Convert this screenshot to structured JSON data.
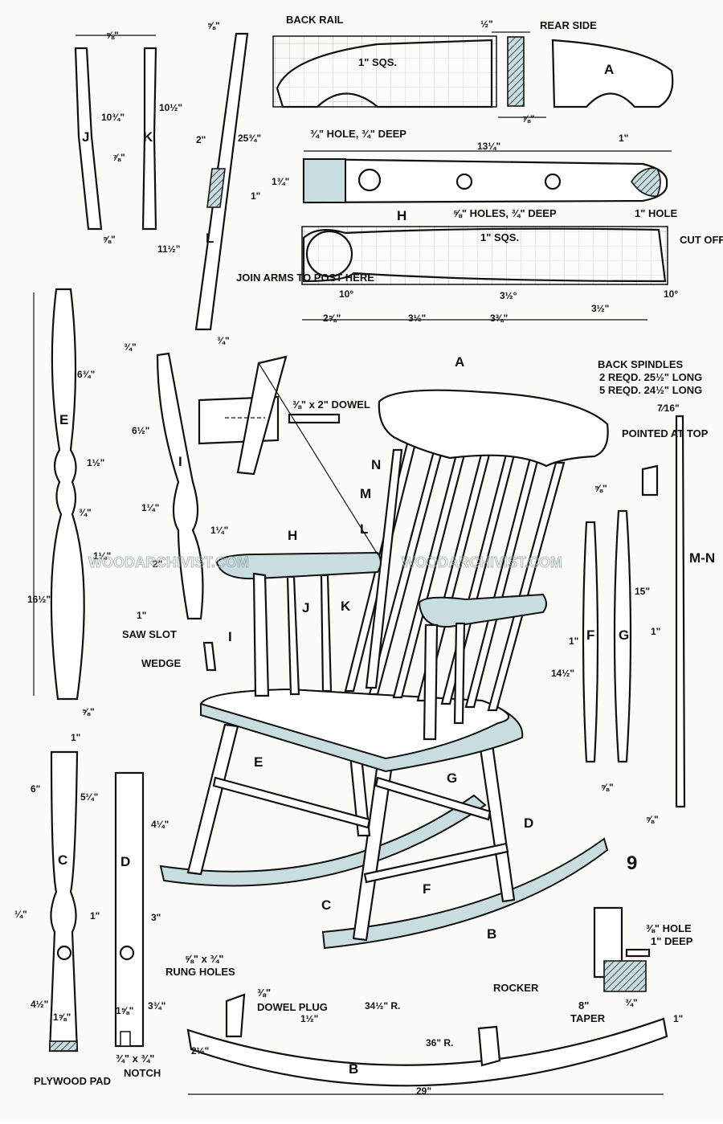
{
  "labels": {
    "back_rail": "BACK RAIL",
    "rear_side": "REAR SIDE",
    "sqs1": "1\" SQS.",
    "sqs2": "1\" SQS.",
    "hole_a": "¾\" HOLE, ¾\" DEEP",
    "holes_58": "⅝\" HOLES, ¾\" DEEP",
    "hole_1": "1\" HOLE",
    "cut_off": "CUT OFF",
    "join_arms": "JOIN ARMS TO POST HERE",
    "dowel": "⅜\" x 2\" DOWEL",
    "back_spindles": "BACK SPINDLES",
    "reqd1": "2 REQD. 25½\" LONG",
    "reqd2": "5 REQD. 24½\" LONG",
    "pointed": "POINTED AT TOP",
    "saw_slot": "SAW SLOT",
    "wedge": "WEDGE",
    "rung_holes_size": "⅝\" x ¾\"",
    "rung_holes": "RUNG HOLES",
    "plywood_pad": "PLYWOOD PAD",
    "notch_size": "¾\" x ¾\"",
    "notch": "NOTCH",
    "rocker": "ROCKER",
    "dowel_plug_size": "⅜\"",
    "dowel_plug": "DOWEL PLUG",
    "hole_38": "⅜\" HOLE",
    "deep_1": "1\" DEEP",
    "taper_len": "8\"",
    "taper": "TAPER",
    "figure_number": "9"
  },
  "parts": {
    "A": "A",
    "B": "B",
    "C": "C",
    "D": "D",
    "E": "E",
    "F": "F",
    "G": "G",
    "H": "H",
    "I": "I",
    "J": "J",
    "K": "K",
    "L": "L",
    "M": "M",
    "N": "N",
    "MN": "M-N"
  },
  "dims": {
    "d_58_top": "⅝\"",
    "d_1034": "10¾\"",
    "d_1012": "10½\"",
    "d_78_jk": "⅞\"",
    "d_58_jk": "⅝\"",
    "d_58_l": "⅝\"",
    "d_2534": "25¾\"",
    "d_2": "2\"",
    "d_1_l": "1\"",
    "d_1112": "11½\"",
    "d_34_l": "¾\"",
    "d_12": "½\"",
    "d_78_rail": "⅞\"",
    "d_1314": "13¼\"",
    "d_134": "1¾\"",
    "d_1_h": "1\"",
    "d_10a": "10°",
    "d_10b": "10°",
    "d_312a": "3½°",
    "d_258": "2⅝\"",
    "d_312b": "3½\"",
    "d_338": "3⅜\"",
    "d_312c": "3½\"",
    "d_634": "6¾\"",
    "d_112_e": "1½\"",
    "d_34_e": "¾\"",
    "d_114_e": "1¼\"",
    "d_1612": "16½\"",
    "d_58_e": "⅝\"",
    "d_34_i": "¾\"",
    "d_612": "6½\"",
    "d_114_i": "1¼\"",
    "d_114_i2": "1¼\"",
    "d_2_i": "2\"",
    "d_1_i": "1\"",
    "d_716": "7⁄16\"",
    "d_58_fg": "⅝\"",
    "d_15": "15\"",
    "d_1_f": "1\"",
    "d_1_g": "1\"",
    "d_1412": "14½\"",
    "d_58_fgb": "⅝\"",
    "d_58_mn": "⅝\"",
    "d_1_c": "1\"",
    "d_6": "6\"",
    "d_514": "5¼\"",
    "d_414": "4¼\"",
    "d_14": "¼\"",
    "d_1_cd": "1\"",
    "d_3": "3\"",
    "d_334": "3¾\"",
    "d_412": "4½\"",
    "d_158_c": "1⅝\"",
    "d_158_d": "1⅝\"",
    "d_212": "2½\"",
    "d_112_r": "1½\"",
    "d_3412r": "34½\" R.",
    "d_36r": "36\" R.",
    "d_29": "29\"",
    "d_34_r": "¾\"",
    "d_1_r": "1\""
  },
  "watermark": "WOODARCHIVIST.COM"
}
